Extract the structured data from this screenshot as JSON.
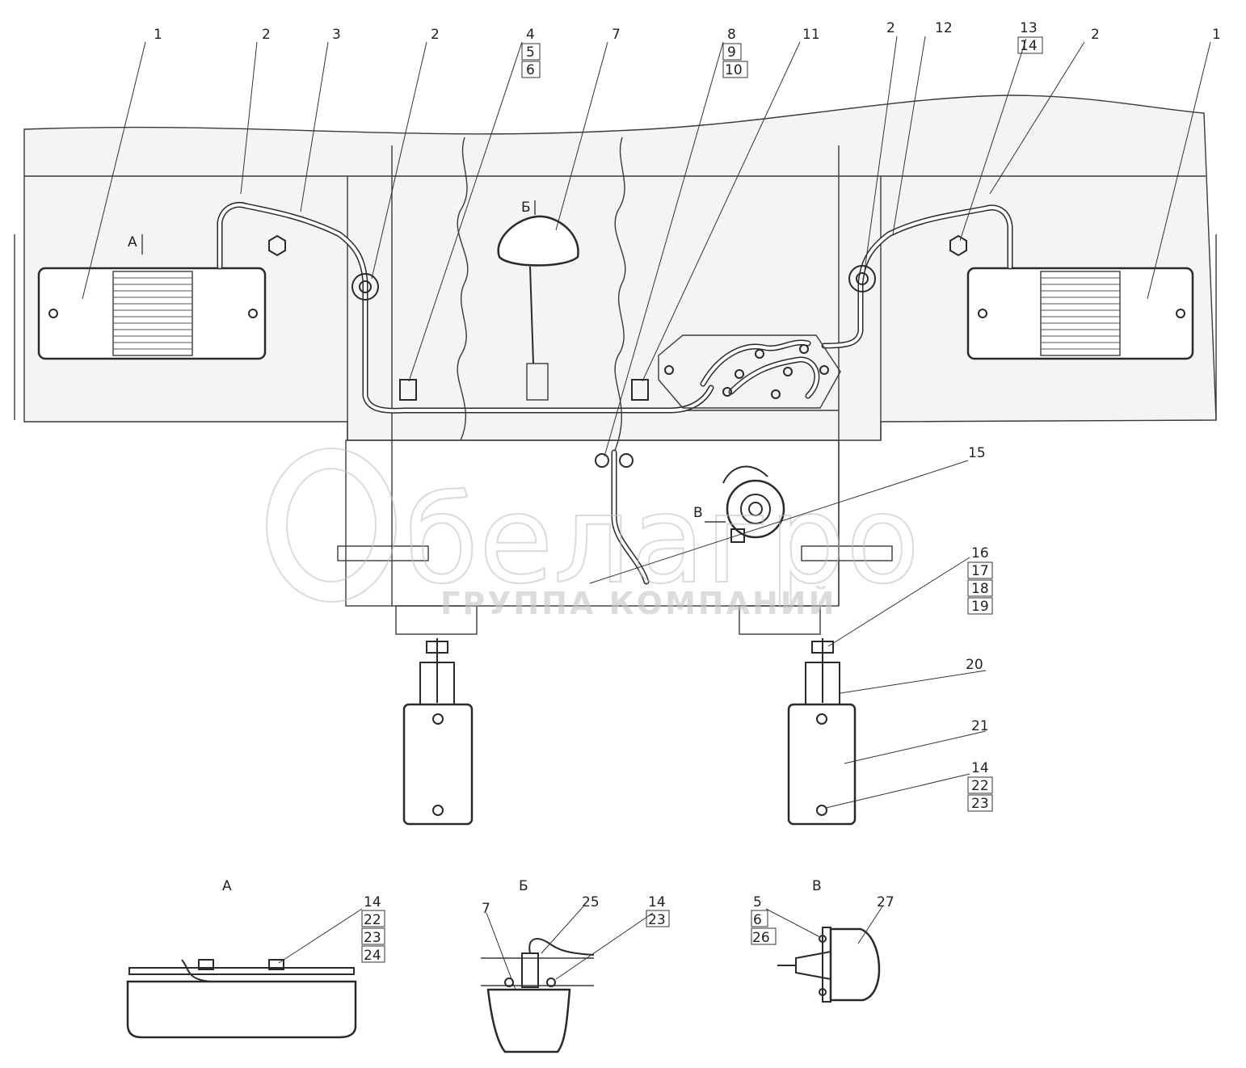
{
  "callouts_top": [
    "1",
    "2",
    "3",
    "2",
    "4",
    "5",
    "6",
    "7",
    "8",
    "9",
    "10",
    "11",
    "2",
    "12",
    "13",
    "14",
    "2",
    "1"
  ],
  "callouts_right": [
    "15",
    "16",
    "17",
    "18",
    "19",
    "20",
    "21",
    "14",
    "22",
    "23"
  ],
  "view_markers": {
    "a": "А",
    "b": "Б",
    "v": "В"
  },
  "detail_a": {
    "title": "А",
    "labels": [
      "14",
      "22",
      "23",
      "24"
    ]
  },
  "detail_b": {
    "title": "Б",
    "labels": [
      "7",
      "25",
      "14",
      "23"
    ]
  },
  "detail_v": {
    "title": "В",
    "labels": [
      "5",
      "6",
      "26",
      "27"
    ]
  },
  "watermark": {
    "logo": "белагро",
    "subtitle": "ГРУППА КОМПАНИЙ"
  },
  "colors": {
    "line": "#2a2a2a",
    "panel": "#f4f4f4",
    "watermark": "#bdbdbd"
  }
}
